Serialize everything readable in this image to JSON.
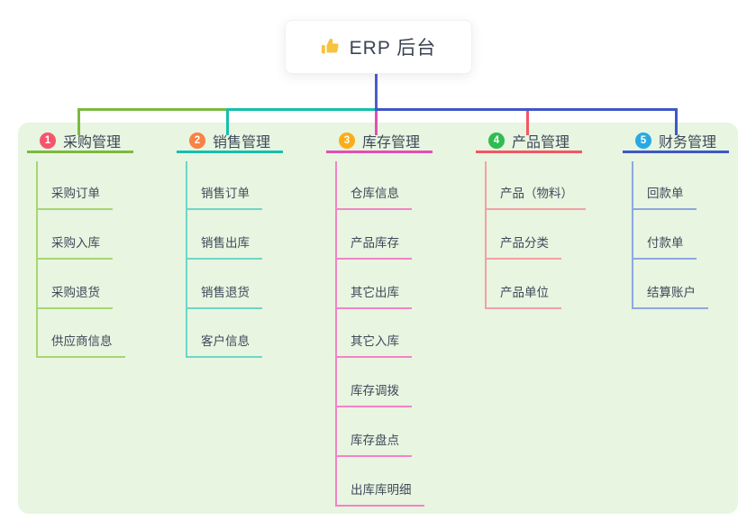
{
  "root": {
    "icon": "thumbs-up-icon",
    "title": "ERP 后台"
  },
  "connector": {
    "trunk_color": "#4b5dc7",
    "blue": "#3f57c5"
  },
  "branches": [
    {
      "num": "1",
      "title": "采购管理",
      "badge_color": "#f5556c",
      "line_color": "#7cb93f",
      "child_line_color": "#a9d573",
      "children": [
        "采购订单",
        "采购入库",
        "采购退货",
        "供应商信息"
      ]
    },
    {
      "num": "2",
      "title": "销售管理",
      "badge_color": "#fb8144",
      "line_color": "#16bfad",
      "child_line_color": "#6ed6c8",
      "children": [
        "销售订单",
        "销售出库",
        "销售退货",
        "客户信息"
      ]
    },
    {
      "num": "3",
      "title": "库存管理",
      "badge_color": "#fbad19",
      "line_color": "#e24fb2",
      "child_line_color": "#f483c6",
      "children": [
        "仓库信息",
        "产品库存",
        "其它出库",
        "其它入库",
        "库存调拨",
        "库存盘点",
        "出库库明细"
      ]
    },
    {
      "num": "4",
      "title": "产品管理",
      "badge_color": "#2fbc52",
      "line_color": "#f25663",
      "child_line_color": "#f59fa4",
      "children": [
        "产品（物料）",
        "产品分类",
        "产品单位"
      ]
    },
    {
      "num": "5",
      "title": "财务管理",
      "badge_color": "#29a9e1",
      "line_color": "#3f57c5",
      "child_line_color": "#8ea8de",
      "children": [
        "回款单",
        "付款单",
        "结算账户"
      ]
    }
  ]
}
